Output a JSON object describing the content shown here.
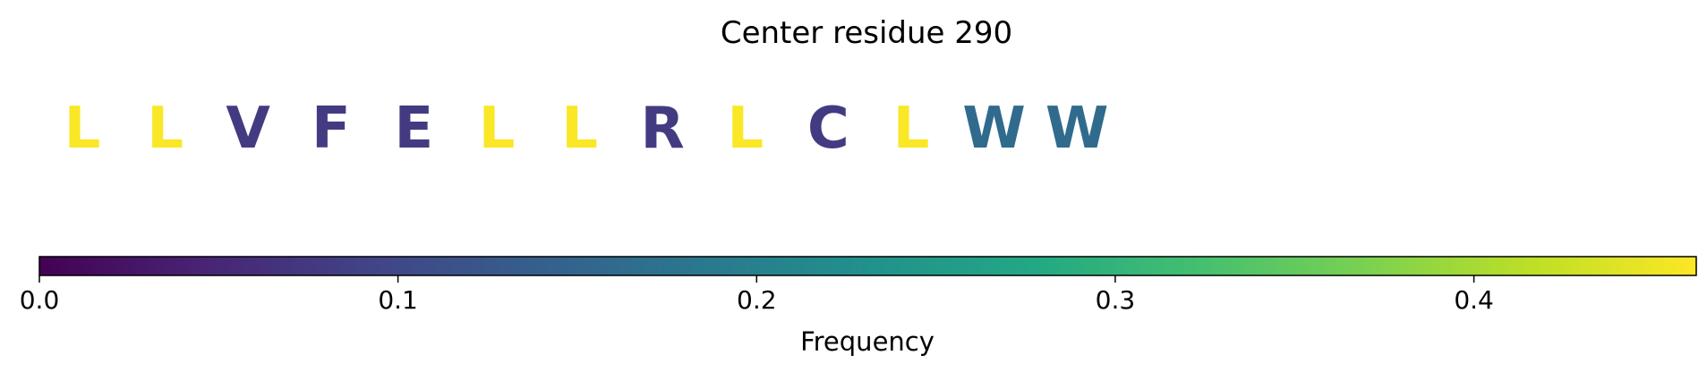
{
  "chart_data": {
    "type": "sequence-colorbar",
    "title": "Center residue 290",
    "residues": [
      "L",
      "L",
      "V",
      "F",
      "E",
      "L",
      "L",
      "R",
      "L",
      "C",
      "L",
      "W",
      "W"
    ],
    "frequencies": [
      0.46,
      0.46,
      0.08,
      0.08,
      0.08,
      0.46,
      0.46,
      0.08,
      0.46,
      0.08,
      0.46,
      0.16,
      0.16
    ],
    "colorbar": {
      "label": "Frequency",
      "min": 0.0,
      "max": 0.462,
      "colormap": "viridis",
      "ticks": [
        {
          "value": 0.0,
          "label": "0.0"
        },
        {
          "value": 0.1,
          "label": "0.1"
        },
        {
          "value": 0.2,
          "label": "0.2"
        },
        {
          "value": 0.3,
          "label": "0.3"
        },
        {
          "value": 0.4,
          "label": "0.4"
        }
      ]
    },
    "colors": {
      "high": "#fde725",
      "mid": "#433e85",
      "teal": "#31688e"
    }
  }
}
